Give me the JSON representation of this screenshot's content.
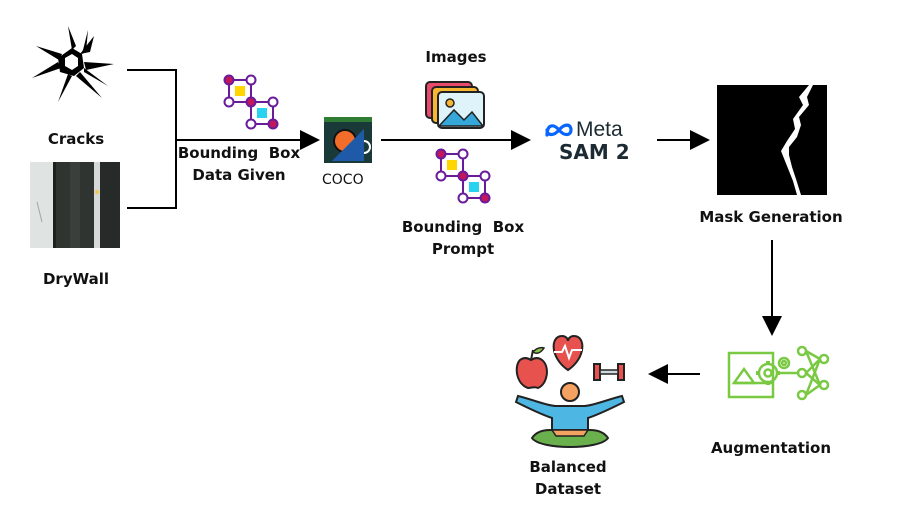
{
  "labels": {
    "cracks": "Cracks",
    "drywall": "DryWall",
    "bbox_given_1": "Bounding  Box",
    "bbox_given_2": "Data Given",
    "coco": "COCO",
    "images": "Images",
    "bbox_prompt_1": "Bounding  Box",
    "bbox_prompt_2": "Prompt",
    "meta": "Meta",
    "sam2": "SAM 2",
    "mask_generation": "Mask Generation",
    "augmentation": "Augmentation",
    "balanced_dataset": "Balanced Dataset"
  },
  "icons": {
    "crack": "crack-icon",
    "drywall": "drywall-photo-icon",
    "bbox": "bounding-box-icon",
    "coco": "coco-logo-icon",
    "images": "images-stack-icon",
    "meta": "meta-logo-icon",
    "mask": "crack-mask-icon",
    "augmentation": "augmentation-icon",
    "balanced": "balanced-dataset-icon"
  },
  "colors": {
    "node_red": "#c2185b",
    "node_purple": "#6a1b9a",
    "square_yellow": "#ffd600",
    "square_cyan": "#29d3ef",
    "meta_blue": "#0866ff",
    "aug_green": "#7ac943",
    "coco_dark": "#1a3a3a"
  }
}
